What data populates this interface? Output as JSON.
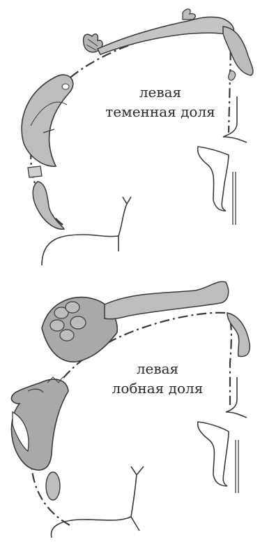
{
  "panels": [
    {
      "label_line1": "левая",
      "label_line2": "теменная доля"
    },
    {
      "label_line1": "левая",
      "label_line2": "лобная доля"
    }
  ],
  "colors": {
    "outline": "#3a3a3a",
    "body_fill": "#a9a9a9",
    "background": "#ffffff"
  }
}
